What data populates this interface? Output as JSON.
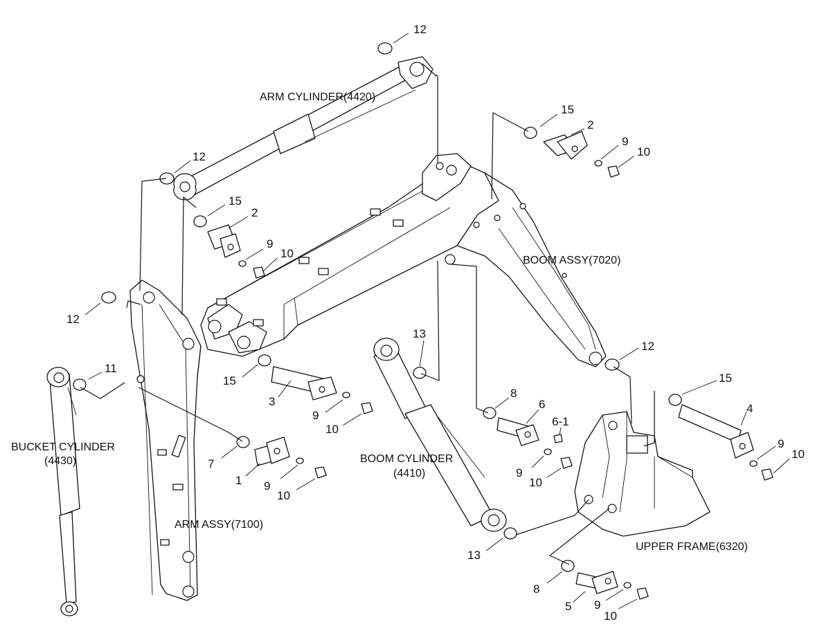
{
  "assemblies": {
    "arm_cylinder": "ARM CYLINDER(4420)",
    "boom_assy": "BOOM ASSY(7020)",
    "bucket_cylinder_l1": "BUCKET CYLINDER",
    "bucket_cylinder_l2": "(4430)",
    "boom_cylinder_l1": "BOOM CYLINDER",
    "boom_cylinder_l2": "(4410)",
    "arm_assy": "ARM ASSY(7100)",
    "upper_frame": "UPPER FRAME(6320)"
  },
  "callouts": {
    "c12_top": "12",
    "c15_top": "15",
    "c2_top": "2",
    "c9_top": "9",
    "c10_top": "10",
    "c12_armcyl": "12",
    "c15_mid": "15",
    "c2_mid": "2",
    "c9_mid": "9",
    "c10_mid": "10",
    "c12_left": "12",
    "c11": "11",
    "c15_lower": "15",
    "c3": "3",
    "c9_lower": "9",
    "c10_lower": "10",
    "c7": "7",
    "c1": "1",
    "c9_pin1": "9",
    "c10_pin1": "10",
    "c13_top": "13",
    "c8_top": "8",
    "c6": "6",
    "c6_1": "6-1",
    "c9_pin6": "9",
    "c10_pin6": "10",
    "c12_right": "12",
    "c15_right": "15",
    "c4": "4",
    "c9_right": "9",
    "c10_right": "10",
    "c13_bottom": "13",
    "c8_bottom": "8",
    "c5": "5",
    "c9_bottom": "9",
    "c10_bottom": "10"
  }
}
